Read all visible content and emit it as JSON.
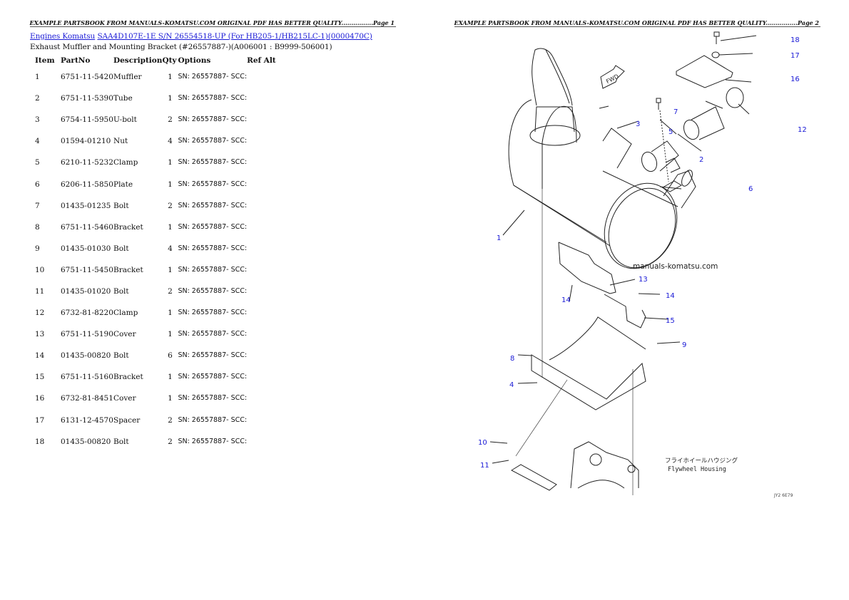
{
  "pages": [
    {
      "header": "EXAMPLE PARTSBOOK FROM MANUALS-KOMATSU.COM ORIGINAL PDF HAS BETTER QUALITY................Page 1"
    },
    {
      "header": "EXAMPLE PARTSBOOK FROM MANUALS-KOMATSU.COM ORIGINAL PDF HAS BETTER QUALITY................Page 2"
    }
  ],
  "breadcrumb": {
    "link1": "Engines Komatsu",
    "link2": "SAA4D107E-1E S/N 26554518-UP (For HB205-1/HB215LC-1)(0000470C)"
  },
  "subtitle": "Exhaust Muffler and Mounting Bracket (#26557887-)(A006001 : B9999-506001)",
  "table": {
    "columns": [
      "Item",
      "PartNo",
      "Description",
      "Qty",
      "Options",
      "Ref Alt"
    ],
    "rows": [
      {
        "item": "1",
        "part": "6751-11-5420",
        "desc": "Muffler",
        "qty": "1",
        "opt": "SN: 26557887- SCC:"
      },
      {
        "item": "2",
        "part": "6751-11-5390",
        "desc": "Tube",
        "qty": "1",
        "opt": "SN: 26557887- SCC:"
      },
      {
        "item": "3",
        "part": "6754-11-5950",
        "desc": "U-bolt",
        "qty": "2",
        "opt": "SN: 26557887- SCC:"
      },
      {
        "item": "4",
        "part": "01594-01210",
        "desc": "Nut",
        "qty": "4",
        "opt": "SN: 26557887- SCC:"
      },
      {
        "item": "5",
        "part": "6210-11-5232",
        "desc": "Clamp",
        "qty": "1",
        "opt": "SN: 26557887- SCC:"
      },
      {
        "item": "6",
        "part": "6206-11-5850",
        "desc": "Plate",
        "qty": "1",
        "opt": "SN: 26557887- SCC:"
      },
      {
        "item": "7",
        "part": "01435-01235",
        "desc": "Bolt",
        "qty": "2",
        "opt": "SN: 26557887- SCC:"
      },
      {
        "item": "8",
        "part": "6751-11-5460",
        "desc": "Bracket",
        "qty": "1",
        "opt": "SN: 26557887- SCC:"
      },
      {
        "item": "9",
        "part": "01435-01030",
        "desc": "Bolt",
        "qty": "4",
        "opt": "SN: 26557887- SCC:"
      },
      {
        "item": "10",
        "part": "6751-11-5450",
        "desc": "Bracket",
        "qty": "1",
        "opt": "SN: 26557887- SCC:"
      },
      {
        "item": "11",
        "part": "01435-01020",
        "desc": "Bolt",
        "qty": "2",
        "opt": "SN: 26557887- SCC:"
      },
      {
        "item": "12",
        "part": "6732-81-8220",
        "desc": "Clamp",
        "qty": "1",
        "opt": "SN: 26557887- SCC:"
      },
      {
        "item": "13",
        "part": "6751-11-5190",
        "desc": "Cover",
        "qty": "1",
        "opt": "SN: 26557887- SCC:"
      },
      {
        "item": "14",
        "part": "01435-00820",
        "desc": "Bolt",
        "qty": "6",
        "opt": "SN: 26557887- SCC:"
      },
      {
        "item": "15",
        "part": "6751-11-5160",
        "desc": "Bracket",
        "qty": "1",
        "opt": "SN: 26557887- SCC:"
      },
      {
        "item": "16",
        "part": "6732-81-8451",
        "desc": "Cover",
        "qty": "1",
        "opt": "SN: 26557887- SCC:"
      },
      {
        "item": "17",
        "part": "6131-12-4570",
        "desc": "Spacer",
        "qty": "2",
        "opt": "SN: 26557887- SCC:"
      },
      {
        "item": "18",
        "part": "01435-00820",
        "desc": "Bolt",
        "qty": "2",
        "opt": "SN: 26557887- SCC:"
      }
    ]
  },
  "diagram": {
    "fwd": "FWD",
    "watermark": "manuals-komatsu.com",
    "housing_jp": "フライホイールハウジング",
    "housing_en": "Flywheel Housing",
    "code": "JY2 6E79",
    "callouts": [
      "1",
      "2",
      "3",
      "4",
      "5",
      "6",
      "7",
      "8",
      "9",
      "10",
      "11",
      "12",
      "13",
      "14",
      "14",
      "15",
      "16",
      "17",
      "18"
    ]
  }
}
